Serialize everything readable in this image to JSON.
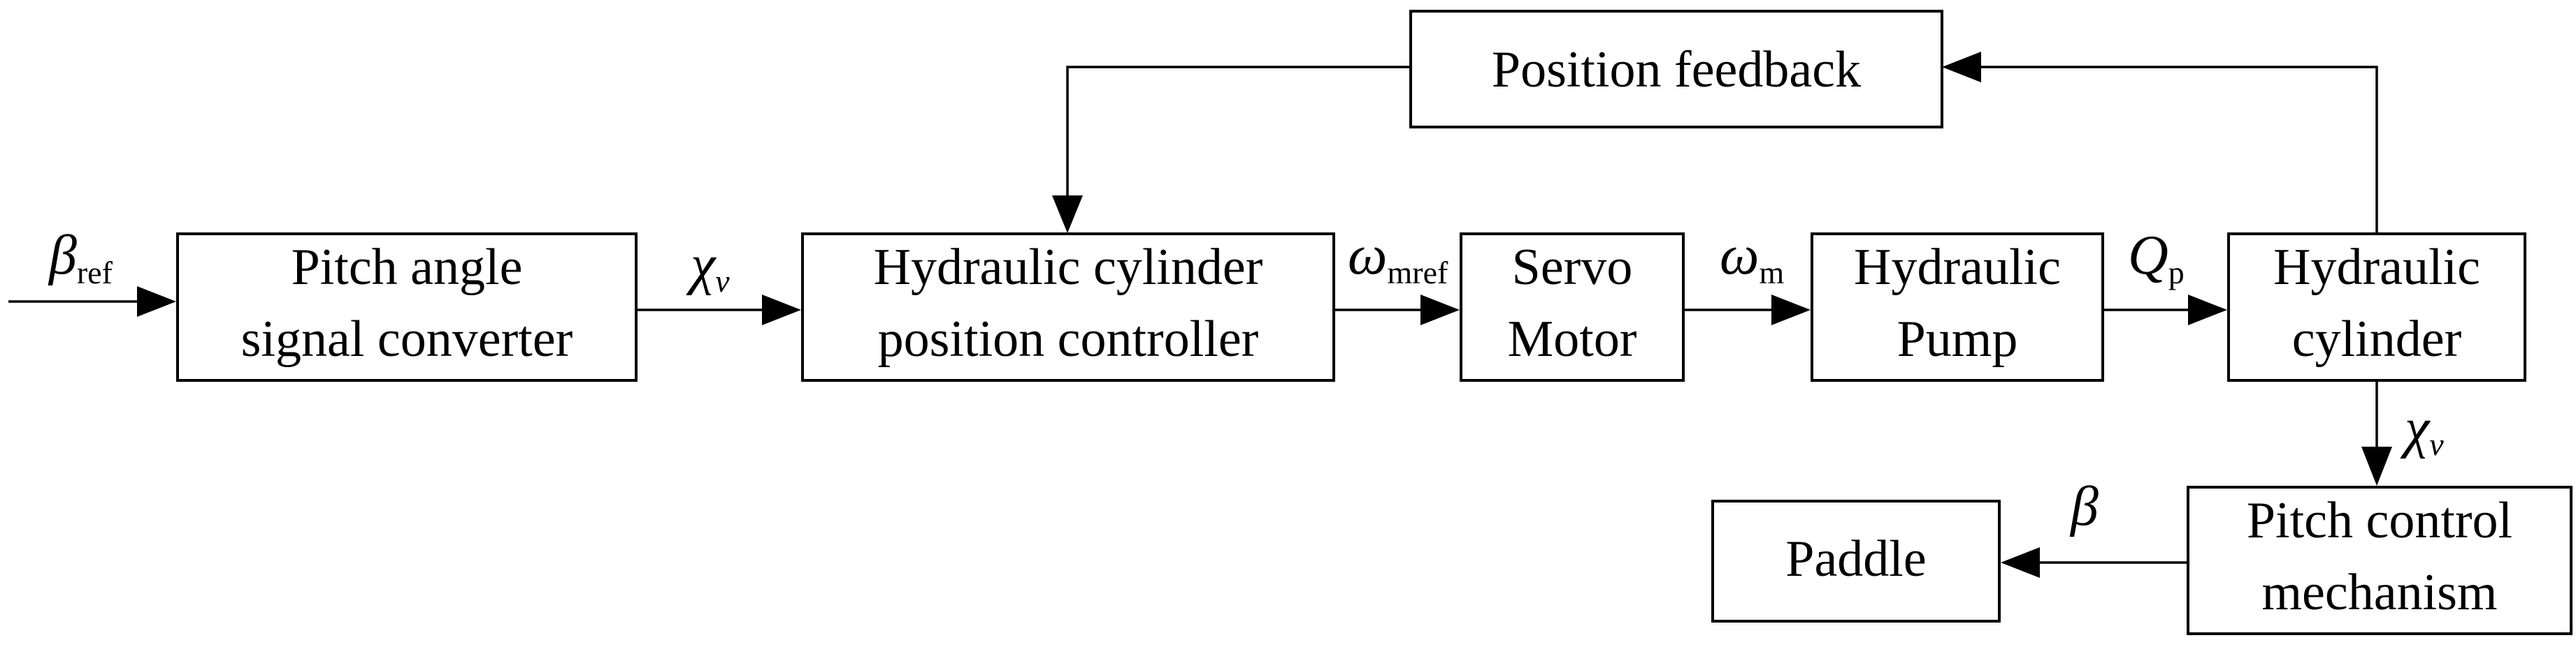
{
  "blocks": {
    "pitch_converter": {
      "line1": "Pitch angle",
      "line2": "signal converter"
    },
    "hydraulic_controller": {
      "line1": "Hydraulic cylinder",
      "line2": "position controller"
    },
    "servo_motor": {
      "line1": "Servo",
      "line2": "Motor"
    },
    "hydraulic_pump": {
      "line1": "Hydraulic",
      "line2": "Pump"
    },
    "hydraulic_cylinder": {
      "line1": "Hydraulic",
      "line2": "cylinder"
    },
    "position_feedback": {
      "line1": "Position feedback"
    },
    "pitch_mechanism": {
      "line1": "Pitch control",
      "line2": "mechanism"
    },
    "paddle": {
      "line1": "Paddle"
    }
  },
  "signals": {
    "beta_ref": {
      "symbol": "β",
      "subscript": "ref"
    },
    "chi_v_1": {
      "symbol": "χ",
      "subscript": "ν"
    },
    "omega_mref": {
      "symbol": "ω",
      "subscript": "mref"
    },
    "omega_m": {
      "symbol": "ω",
      "subscript": "m"
    },
    "q_p": {
      "symbol": "Q",
      "subscript": "p"
    },
    "chi_v_2": {
      "symbol": "χ",
      "subscript": "ν"
    },
    "beta": {
      "symbol": "β"
    }
  }
}
